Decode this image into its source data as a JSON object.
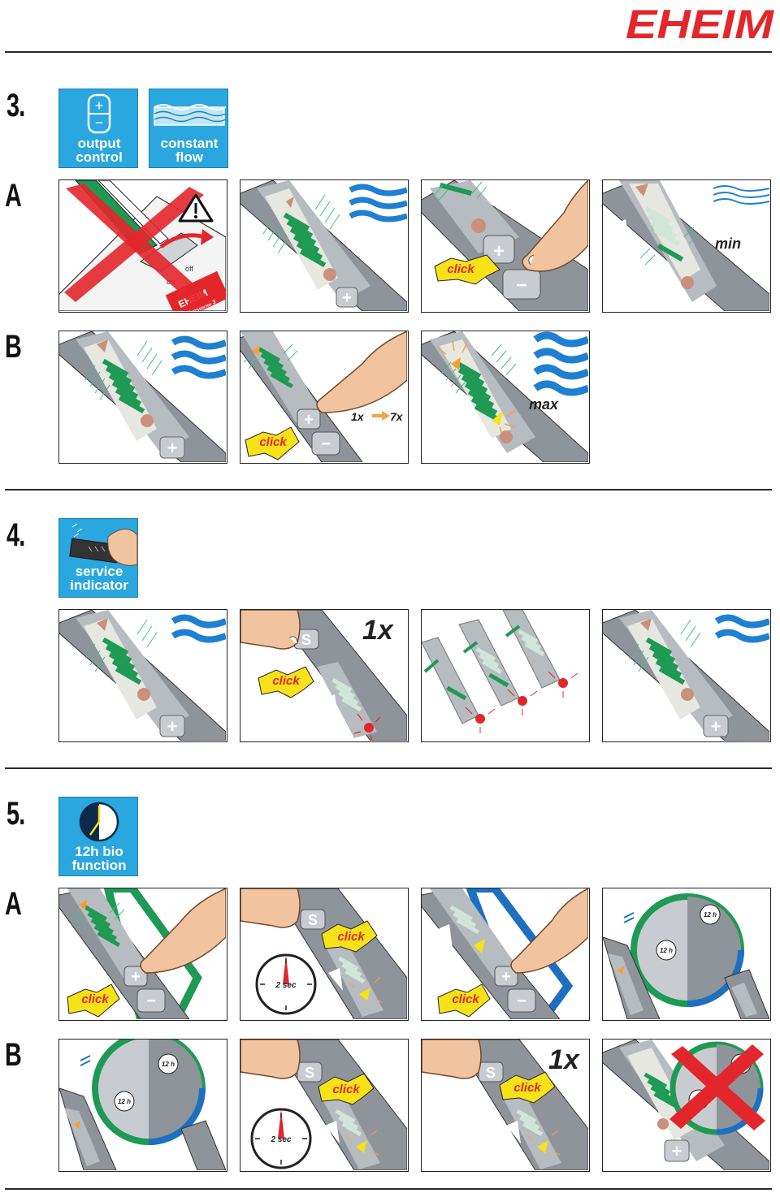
{
  "brand": {
    "logo": "EHEIM"
  },
  "sections": {
    "s3": {
      "number": "3.",
      "rows": [
        "A",
        "B"
      ]
    },
    "s4": {
      "number": "4."
    },
    "s5": {
      "number": "5.",
      "rows": [
        "A",
        "B"
      ]
    }
  },
  "badges": {
    "output_control": {
      "line1": "output",
      "line2": "control",
      "icon": "plus-minus-icon"
    },
    "constant_flow": {
      "line1": "constant",
      "line2": "flow",
      "icon": "wave-icon"
    },
    "service_indicator": {
      "line1": "service",
      "line2": "indicator",
      "icon": "hand-filter-icon"
    },
    "bio_function": {
      "line1": "12h bio",
      "line2": "function",
      "icon": "clock-icon"
    }
  },
  "panel_text": {
    "click": "click",
    "min": "min",
    "max": "max",
    "from": "1x",
    "to": "7x",
    "once": "1x",
    "two_sec": "2 sec",
    "twelve_h": "12 h",
    "on": "on",
    "off": "off",
    "device_brand": "EHEIM",
    "device_model": "professionel 3",
    "plus": "+",
    "minus": "−"
  },
  "colors": {
    "brand_red": "#e3262b",
    "badge_blue": "#2aa7df",
    "led_green": "#1e9a55",
    "wave_blue": "#1f7fd1",
    "click_yellow": "#f7e21a",
    "panel_grey": "#8e949a"
  }
}
